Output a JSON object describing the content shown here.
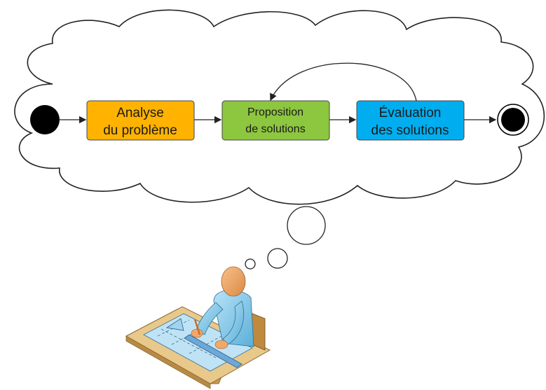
{
  "steps": [
    {
      "line1": "Analyse",
      "line2": "du problème",
      "color": "#FFB300"
    },
    {
      "line1": "Proposition",
      "line2": "de solutions",
      "color": "#8DC63F"
    },
    {
      "line1": "Évaluation",
      "line2": "des solutions",
      "color": "#00AEEF"
    }
  ],
  "nodes": {
    "start": "initial-state",
    "end": "final-state"
  },
  "colors": {
    "cloud_stroke": "#222222",
    "arrow": "#222222",
    "person_skin": "#F0A86A",
    "person_shirt": "#7EC8F0",
    "desk": "#E8C98A",
    "drawing_paper": "#BFE3F5"
  }
}
